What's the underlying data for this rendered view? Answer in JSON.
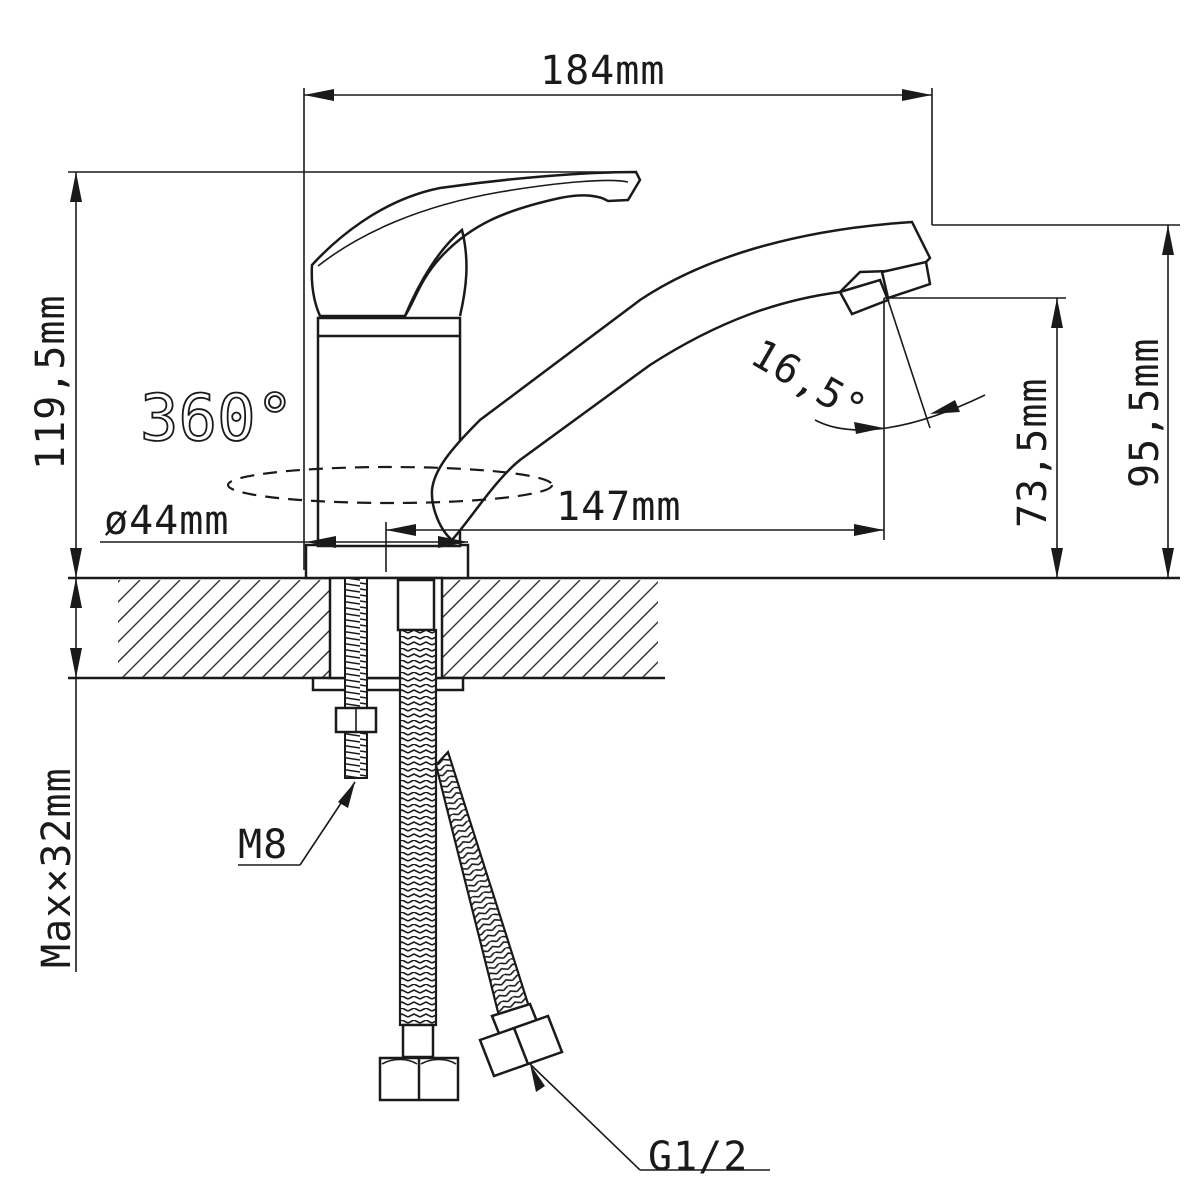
{
  "labels": {
    "total_width": "184mm",
    "total_height": "119,5mm",
    "spout_height": "95,5mm",
    "outlet_height": "73,5mm",
    "spout_reach": "147mm",
    "base_diameter": "ø44mm",
    "rotation": "360°",
    "spout_angle": "16,5°",
    "max_deck_thickness": "Max×32mm",
    "stud_thread": "M8",
    "hose_thread": "G1/2"
  }
}
